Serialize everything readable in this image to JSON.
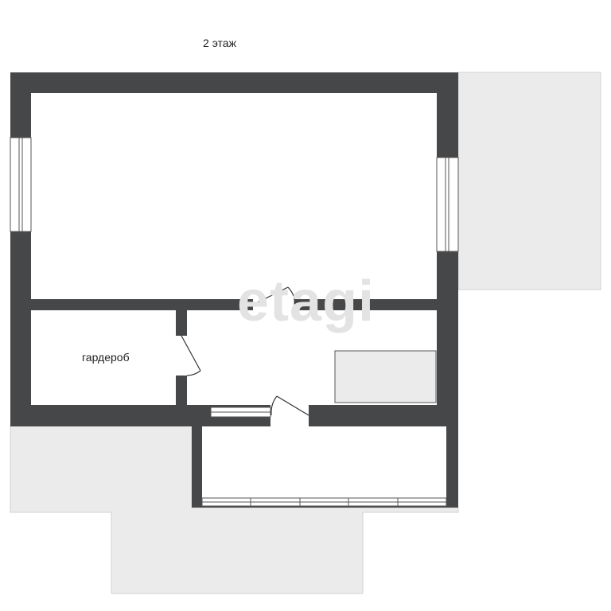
{
  "floor_plan": {
    "title": "2 этаж",
    "rooms": [
      {
        "id": "main-room",
        "label": ""
      },
      {
        "id": "wardrobe",
        "label": "гардероб"
      },
      {
        "id": "hall",
        "label": ""
      },
      {
        "id": "balcony",
        "label": ""
      }
    ],
    "watermark": "etagi",
    "colors": {
      "wall": "#454749",
      "floor": "#ffffff",
      "outdoor": "#ebebeb",
      "outdoor_edge": "#d0d0d0",
      "line": "#333333"
    }
  }
}
